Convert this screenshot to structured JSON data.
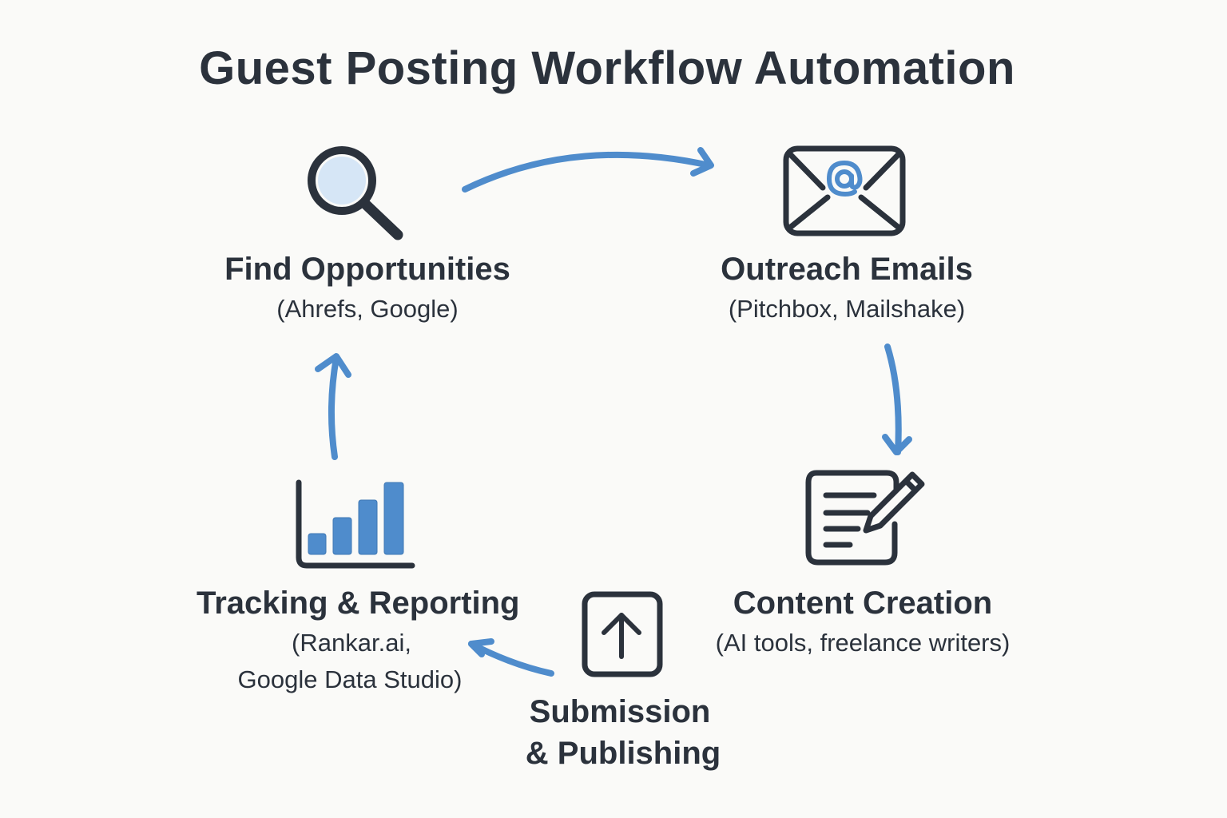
{
  "title": "Guest Posting Workflow Automation",
  "steps": [
    {
      "id": "find",
      "label": "Find Opportunities",
      "tools": [
        "(Ahrefs, Google)"
      ],
      "icon": "magnifying-glass-icon"
    },
    {
      "id": "outreach",
      "label": "Outreach Emails",
      "tools": [
        "(Pitchbox, Mailshake)"
      ],
      "icon": "email-envelope-icon"
    },
    {
      "id": "content",
      "label": "Content Creation",
      "tools": [
        "(AI tools, freelance writers)"
      ],
      "icon": "document-pencil-icon"
    },
    {
      "id": "submission",
      "label_lines": [
        "Submission",
        "& Publishing"
      ],
      "tools": [],
      "icon": "upload-arrow-icon"
    },
    {
      "id": "tracking",
      "label": "Tracking & Reporting",
      "tools": [
        "(Rankar.ai,",
        "Google Data Studio)"
      ],
      "icon": "bar-chart-icon"
    }
  ],
  "flow": [
    {
      "from": "find",
      "to": "outreach"
    },
    {
      "from": "outreach",
      "to": "content"
    },
    {
      "from": "submission",
      "to": "tracking"
    },
    {
      "from": "tracking",
      "to": "find"
    }
  ],
  "colors": {
    "accent": "#4f8ccc",
    "ink": "#2b323c",
    "lens": "#d6e6f6",
    "background": "#fafaf8"
  }
}
